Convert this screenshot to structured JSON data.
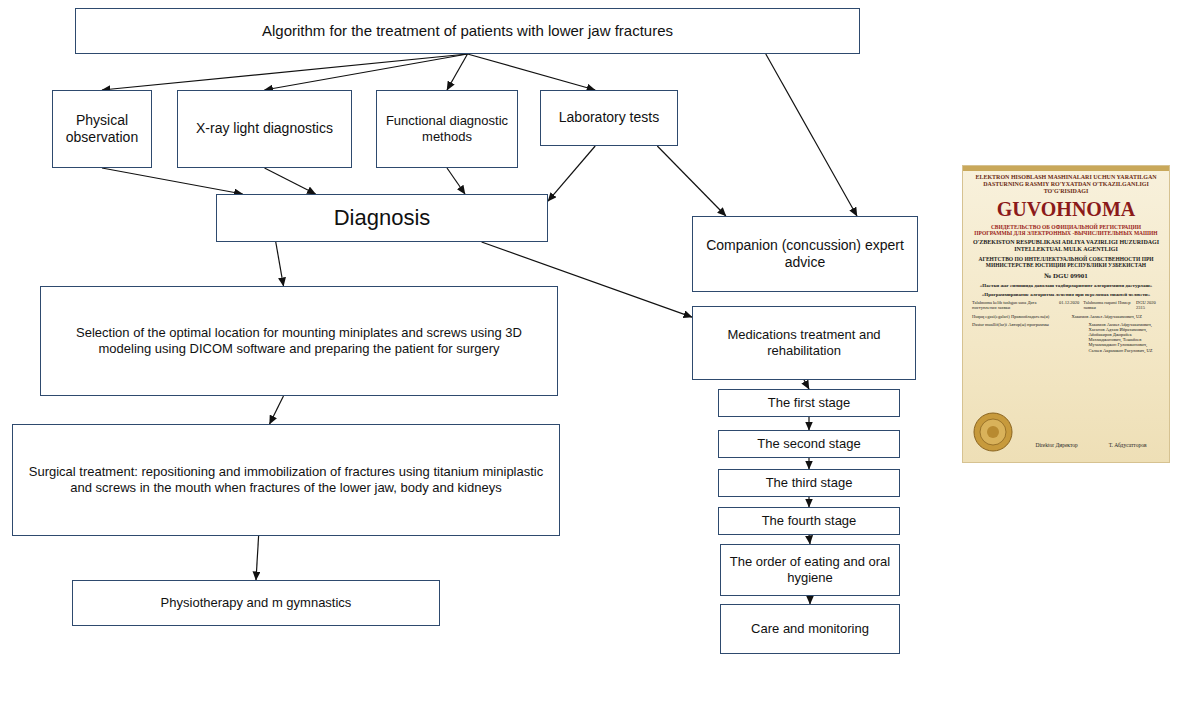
{
  "diagram": {
    "nodes": [
      {
        "text": [
          "Algorithm for the treatment of patients with lower jaw fractures"
        ]
      },
      {
        "text": [
          "Physical observation"
        ]
      },
      {
        "text": [
          "X-ray light diagnostics"
        ]
      },
      {
        "text": [
          "Functional diagnostic methods"
        ]
      },
      {
        "text": [
          "Laboratory tests"
        ]
      },
      {
        "text": [
          "Diagnosis"
        ]
      },
      {
        "text": [
          "Companion (concussion) expert advice"
        ]
      },
      {
        "text": [
          "Selection of the optimal location for mounting miniplates and screws using 3D modeling using DICOM software and preparing the patient for surgery"
        ]
      },
      {
        "text": [
          "Surgical treatment: repositioning and immobilization of fractures using titanium miniplastic and screws in the mouth when fractures of the lower jaw, body and kidneys"
        ]
      },
      {
        "text": [
          "Physiotherapy and m gymnastics"
        ]
      },
      {
        "text": [
          "Medications treatment and rehabilitation"
        ]
      },
      {
        "text": [
          "The first stage"
        ]
      },
      {
        "text": [
          "The second stage"
        ]
      },
      {
        "text": [
          "The third stage"
        ]
      },
      {
        "text": [
          "The fourth stage"
        ]
      },
      {
        "text": [
          "The order of eating and oral hygiene"
        ]
      },
      {
        "text": [
          "Care and monitoring"
        ]
      }
    ],
    "edges": [
      {
        "from": 0,
        "to": 1,
        "arrow": "to"
      },
      {
        "from": 0,
        "to": 2,
        "arrow": "to"
      },
      {
        "from": 0,
        "to": 3,
        "arrow": "to"
      },
      {
        "from": 0,
        "to": 4,
        "arrow": "to"
      },
      {
        "from": 0,
        "to": 6,
        "arrow": "to"
      },
      {
        "from": 1,
        "to": 5,
        "arrow": "to"
      },
      {
        "from": 2,
        "to": 5,
        "arrow": "to"
      },
      {
        "from": 3,
        "to": 5,
        "arrow": "to"
      },
      {
        "from": 4,
        "to": 5,
        "arrow": "to"
      },
      {
        "from": 4,
        "to": 6,
        "arrow": "to"
      },
      {
        "from": 5,
        "to": 7,
        "arrow": "to"
      },
      {
        "from": 5,
        "to": 10,
        "arrow": "to"
      },
      {
        "from": 7,
        "to": 8,
        "arrow": "to"
      },
      {
        "from": 8,
        "to": 9,
        "arrow": "to"
      },
      {
        "from": 10,
        "to": 11,
        "arrow": "to"
      },
      {
        "from": 11,
        "to": 12,
        "arrow": "to"
      },
      {
        "from": 12,
        "to": 13,
        "arrow": "to"
      },
      {
        "from": 13,
        "to": 14,
        "arrow": "to"
      },
      {
        "from": 14,
        "to": 15,
        "arrow": "to"
      },
      {
        "from": 15,
        "to": 16,
        "arrow": "to"
      }
    ],
    "labels": [
      "ELEKTRON HISOBLASH MASHINALARI UCHUN YARATILGAN DASTURNING RASMIY RO'YXATDAN O'TKAZILGANLIGI TO'G'RISIDAGI",
      "GUVOHNOMA",
      "СВИДЕТЕЛЬСТВО ОБ ОФИЦИАЛЬНОЙ РЕГИСТРАЦИИ ПРОГРАММЫ ДЛЯ ЭЛЕКТРОННЫХ -ВЫЧИСЛИТЕЛЬНЫХ МАШИН",
      "O'ZBEKISTON RESPUBLIKASI ADLIYA VAZIRLIGI HUZURIDAGI INTELLEKTUAL MULK AGENTLIGI",
      "АГЕНТСТВО ПО ИНТЕЛЛЕКТУАЛЬНОЙ СОБСТВЕННОСТИ ПРИ МИНИСТЕРСТВЕ ЮСТИЦИИ РЕСПУБЛИКИ УЗБЕКИСТАН",
      "№ DGU 09901",
      "«Пастки жағ синишида даволаш тадбирларининг алгоритмини дастурлаш»",
      "«Программирование алгоритма лечения при переломах нижней челюсти»",
      "Talabnoma kelib tushgan sana Дата поступления заявки",
      "01.12.2020",
      "Talabnoma raqami Номер заявки",
      "DGU 2020 2315",
      "Huquq egasi(egalari) Правообладатель(и)",
      "Хакимов Акмал Абдухакимович, UZ",
      "Dastur muallif(lar)i Автор(ы) программы",
      "Хакимов Акмал Абдухакимович, Хасанов Адхам Ибрахимович, Абобакиров Джорабек Махмаджанович, Тешабоев Мухаммаджон Гуломжонович, Салаев Акрамжон Расулович, UZ",
      "Direktor Директор",
      "Т. Абдусатторов"
    ]
  }
}
